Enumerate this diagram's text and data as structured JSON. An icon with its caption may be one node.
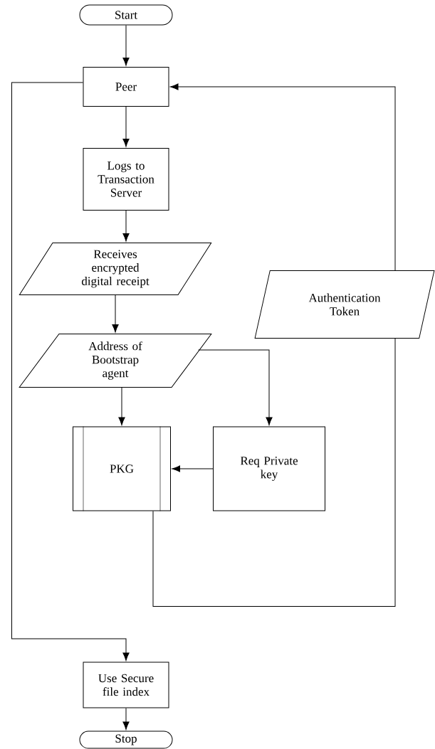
{
  "diagram": {
    "nodes": [
      {
        "text": [
          "Start"
        ]
      },
      {
        "text": [
          "Peer"
        ]
      },
      {
        "text": [
          "Logs to Transaction Server"
        ]
      },
      {
        "text": [
          "Receives encrypted digital receipt"
        ]
      },
      {
        "text": [
          "Address of Bootstrap agent"
        ]
      },
      {
        "text": [
          "PKG"
        ]
      },
      {
        "text": [
          "Req Private key"
        ]
      },
      {
        "text": [
          "Authentication Token"
        ]
      },
      {
        "text": [
          "Use Secure file index"
        ]
      },
      {
        "text": [
          "Stop"
        ]
      }
    ],
    "edges": [
      {
        "from": 0,
        "to": 1,
        "arrow": "to"
      },
      {
        "from": 1,
        "to": 2,
        "arrow": "to"
      },
      {
        "from": 2,
        "to": 3,
        "arrow": "to"
      },
      {
        "from": 3,
        "to": 4,
        "arrow": "to"
      },
      {
        "from": 4,
        "to": 5,
        "arrow": "to"
      },
      {
        "from": 4,
        "to": 6,
        "arrow": "to"
      },
      {
        "from": 6,
        "to": 5,
        "arrow": "to"
      },
      {
        "from": 5,
        "to": 7,
        "arrow": "none"
      },
      {
        "from": 7,
        "to": 1,
        "arrow": "to"
      },
      {
        "from": 1,
        "to": 8,
        "arrow": "to"
      },
      {
        "from": 8,
        "to": 9,
        "arrow": "to"
      }
    ]
  }
}
